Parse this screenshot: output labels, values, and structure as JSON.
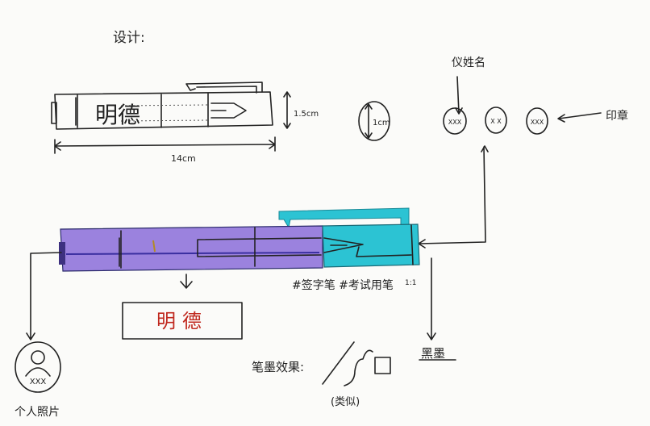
{
  "heading": "设计:",
  "top_pen": {
    "engraving": "明德",
    "height_label": "1.5cm",
    "length_label": "14cm"
  },
  "diameter_circle": {
    "label": "1cm"
  },
  "name_label": "仪姓名",
  "seal_label": "印章",
  "seal_circles": [
    "XXX",
    "X X",
    "XXX"
  ],
  "colored_pen": {
    "body_color": "#9b82de",
    "cap_color": "#2cc3d3",
    "tags": "#签字笔 #考试用笔",
    "scale": "1:1"
  },
  "engraving_preview": {
    "text": "明德",
    "color": "#c0281e"
  },
  "photo": {
    "avatar_text": "XXX",
    "label": "个人照片"
  },
  "ink_label": "黑墨",
  "ink_effect": {
    "label": "笔墨效果:",
    "note": "(类似)"
  }
}
